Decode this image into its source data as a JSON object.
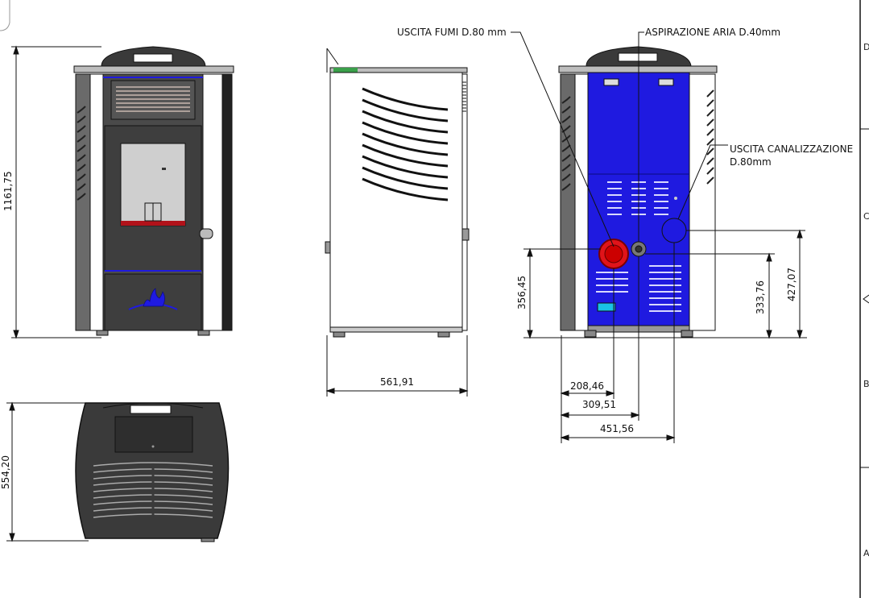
{
  "colors": {
    "body_gray": "#5a5a5a",
    "panel_dark": "#3e3e3e",
    "back_blue": "#1f1ae0",
    "fumi_red": "#e0141a",
    "door_red": "#b1121a",
    "cyan_label": "#19c3e6",
    "line": "#111111"
  },
  "callouts": {
    "uscita_fumi": "USCITA FUMI D.80 mm",
    "aspirazione_aria": "ASPIRAZIONE ARIA D.40mm",
    "uscita_canalizzazione_1": "USCITA CANALIZZAZIONE",
    "uscita_canalizzazione_2": "D.80mm"
  },
  "dimensions": {
    "total_height": "1161,75",
    "side_depth": "561,91",
    "fumi_height": "356,45",
    "aria_height": "333,76",
    "canal_height": "427,07",
    "fumi_offset": "208,46",
    "aria_offset": "309,51",
    "canal_offset": "451,56",
    "top_depth": "554,20"
  },
  "frame_letters": [
    "D",
    "C",
    "B",
    "A"
  ]
}
